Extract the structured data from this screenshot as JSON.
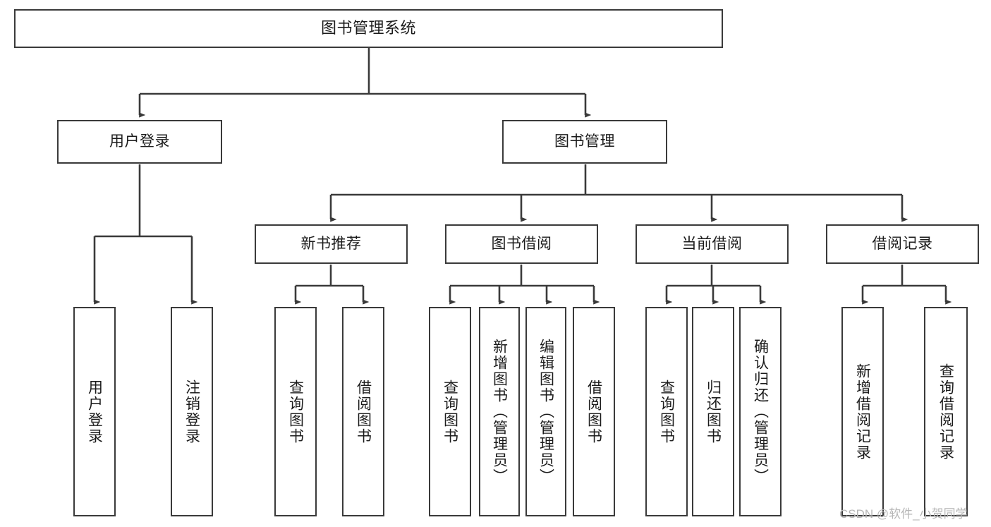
{
  "diagram": {
    "type": "tree-flowchart",
    "title": "图书管理系统",
    "nodes": {
      "root": {
        "label": "图书管理系统"
      },
      "level2": [
        {
          "label": "用户登录"
        },
        {
          "label": "图书管理"
        }
      ],
      "level3": [
        {
          "label": "新书推荐"
        },
        {
          "label": "图书借阅"
        },
        {
          "label": "当前借阅"
        },
        {
          "label": "借阅记录"
        }
      ],
      "leaves_user_login": [
        {
          "label": "用户登录"
        },
        {
          "label": "注销登录"
        }
      ],
      "leaves_new_book": [
        {
          "label": "查询图书"
        },
        {
          "label": "借阅图书"
        }
      ],
      "leaves_borrow": [
        {
          "label": "查询图书"
        },
        {
          "label": "新增图书（管理员）"
        },
        {
          "label": "编辑图书（管理员）"
        },
        {
          "label": "借阅图书"
        }
      ],
      "leaves_current": [
        {
          "label": "查询图书"
        },
        {
          "label": "归还图书"
        },
        {
          "label": "确认归还（管理员）"
        }
      ],
      "leaves_records": [
        {
          "label": "新增借阅记录"
        },
        {
          "label": "查询借阅记录"
        }
      ]
    },
    "watermark": "CSDN @软件_小贺同学",
    "colors": {
      "stroke": "#3a3a3a",
      "fill": "#ffffff",
      "text": "#1b1b1b",
      "watermark": "#b6b6b6"
    }
  }
}
